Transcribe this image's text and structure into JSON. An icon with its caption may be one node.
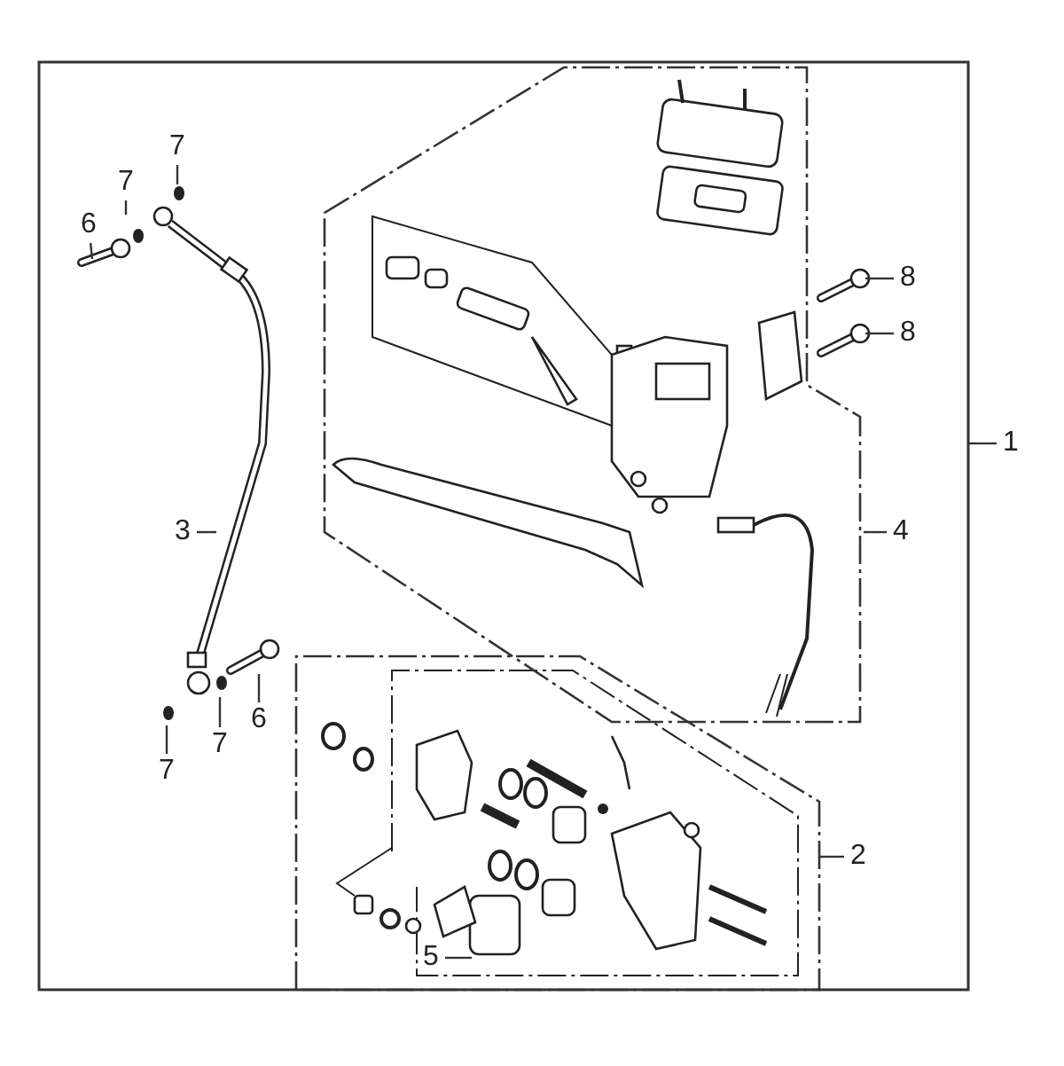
{
  "diagram": {
    "nodes": [
      {
        "text": [],
        "shape": "box"
      },
      {
        "text": [],
        "shape": "box",
        "in": 0
      },
      {
        "text": [],
        "shape": "box",
        "in": 0
      },
      {
        "text": [
          "7"
        ],
        "in": 0
      },
      {
        "text": [
          "7"
        ],
        "in": 0
      },
      {
        "text": [
          "6"
        ],
        "in": 0
      },
      {
        "text": [
          "8"
        ],
        "in": 0
      },
      {
        "text": [
          "8"
        ],
        "in": 0
      },
      {
        "text": [
          "1"
        ]
      },
      {
        "text": [
          "3"
        ],
        "in": 0
      },
      {
        "text": [
          "4"
        ],
        "in": 0
      },
      {
        "text": [
          "6"
        ],
        "in": 0
      },
      {
        "text": [
          "7"
        ],
        "in": 0
      },
      {
        "text": [
          "7"
        ],
        "in": 0
      },
      {
        "text": [
          "2"
        ],
        "in": 0
      },
      {
        "text": [
          "5"
        ],
        "in": 2
      }
    ],
    "edges": [
      {
        "from": 3,
        "to": null,
        "arrow": "none"
      },
      {
        "from": 4,
        "to": null,
        "arrow": "none"
      },
      {
        "from": 5,
        "to": null,
        "arrow": "none"
      },
      {
        "from": 6,
        "to": null,
        "arrow": "none"
      },
      {
        "from": 7,
        "to": null,
        "arrow": "none"
      },
      {
        "from": 8,
        "to": 0,
        "arrow": "none"
      },
      {
        "from": 9,
        "to": null,
        "arrow": "none"
      },
      {
        "from": 10,
        "to": 1,
        "arrow": "none"
      },
      {
        "from": 11,
        "to": null,
        "arrow": "none"
      },
      {
        "from": 12,
        "to": null,
        "arrow": "none"
      },
      {
        "from": 13,
        "to": null,
        "arrow": "none"
      },
      {
        "from": 14,
        "to": 2,
        "arrow": "none"
      },
      {
        "from": 15,
        "to": null,
        "arrow": "none"
      }
    ]
  }
}
